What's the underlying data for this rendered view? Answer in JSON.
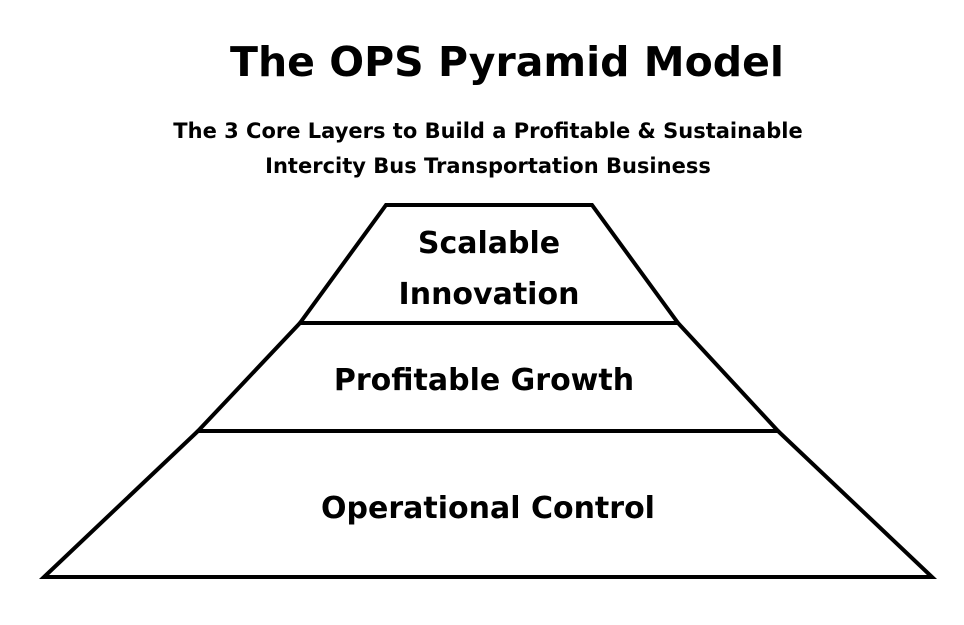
{
  "title": "The OPS Pyramid Model",
  "subtitle": {
    "line1": "The 3 Core Layers to Build a Profitable & Sustainable",
    "line2": "Intercity Bus Transportation Business"
  },
  "layers": [
    {
      "line1": "Scalable",
      "line2": "Innovation"
    },
    {
      "label": "Profitable Growth"
    },
    {
      "label": "Operational Control"
    }
  ]
}
